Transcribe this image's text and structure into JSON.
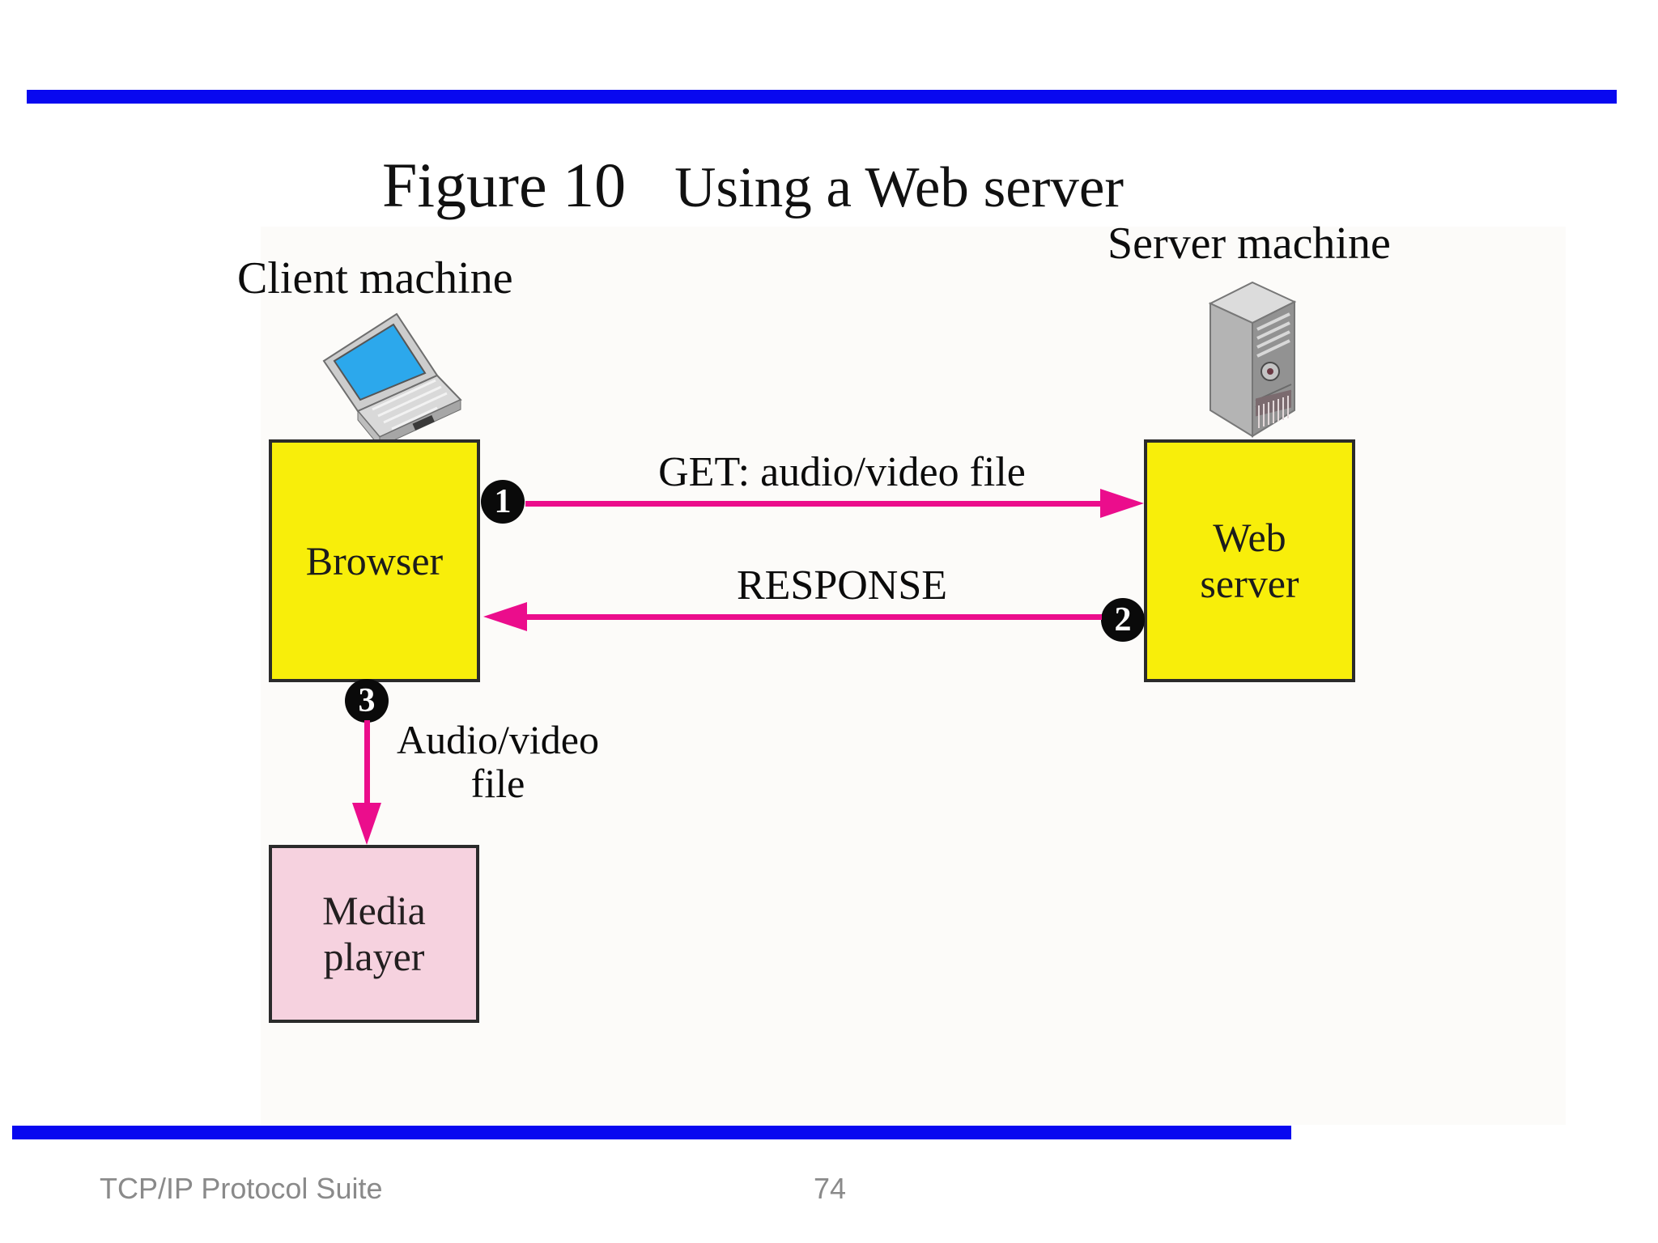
{
  "slide": {
    "figure_label": "Figure 10",
    "figure_title": "Using a Web server",
    "footer": "TCP/IP Protocol Suite",
    "page_number": "74"
  },
  "machines": {
    "client_label": "Client machine",
    "server_label": "Server machine"
  },
  "nodes": {
    "browser": "Browser",
    "web_server_line1": "Web",
    "web_server_line2": "server",
    "media_player_line1": "Media",
    "media_player_line2": "player"
  },
  "steps": {
    "step1": {
      "number": "1",
      "label": "GET: audio/video file"
    },
    "step2": {
      "number": "2",
      "label": "RESPONSE"
    },
    "step3": {
      "number": "3",
      "label_line1": "Audio/video",
      "label_line2": "file"
    }
  },
  "colors": {
    "accent_bar_blue": "#0808F0",
    "arrow_magenta": "#EB0D8C",
    "node_yellow": "#F8EE0A",
    "node_pink": "#F6D2DF",
    "laptop_screen_blue": "#2CA8EC",
    "footer_gray": "#8A8A8A"
  }
}
